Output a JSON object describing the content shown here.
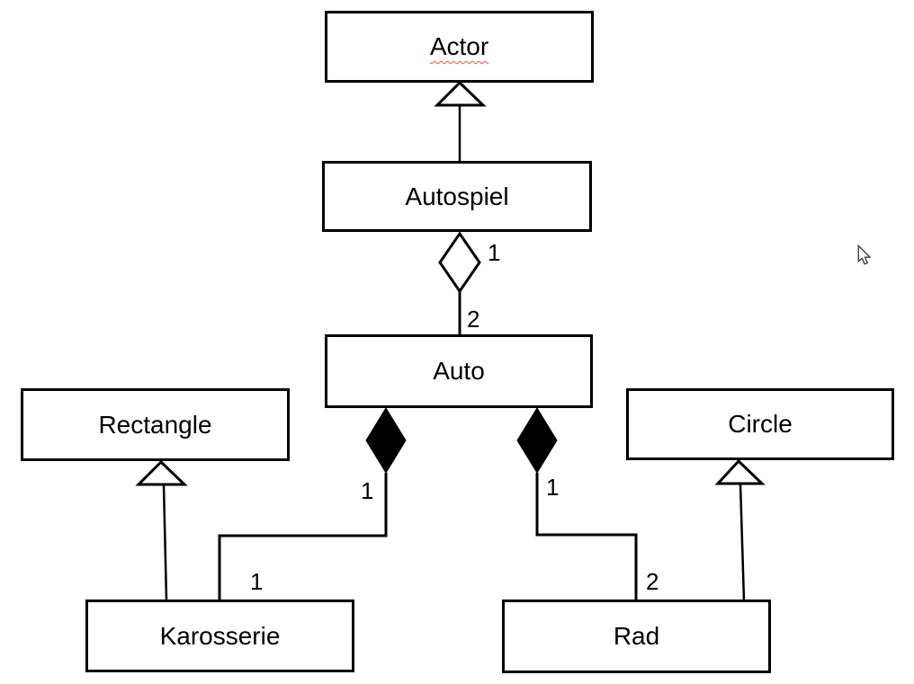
{
  "app": {
    "background_color": "#ffffff",
    "stroke_color": "#000000",
    "spellcheck_underline_color": "#ff4a3d"
  },
  "diagram": {
    "type": "uml-class-diagram",
    "classes": [
      {
        "name": "Actor",
        "misspelled": true
      },
      {
        "name": "Autospiel",
        "misspelled": false
      },
      {
        "name": "Auto",
        "misspelled": false
      },
      {
        "name": "Rectangle",
        "misspelled": false
      },
      {
        "name": "Circle",
        "misspelled": false
      },
      {
        "name": "Karosserie",
        "misspelled": false
      },
      {
        "name": "Rad",
        "misspelled": false
      }
    ],
    "relationships": [
      {
        "type": "generalization",
        "from": "Autospiel",
        "to": "Actor"
      },
      {
        "type": "aggregation",
        "whole": "Autospiel",
        "part": "Auto",
        "whole_multiplicity": "1",
        "part_multiplicity": "2"
      },
      {
        "type": "composition",
        "whole": "Auto",
        "part": "Karosserie",
        "whole_multiplicity": "1",
        "part_multiplicity": "1"
      },
      {
        "type": "composition",
        "whole": "Auto",
        "part": "Rad",
        "whole_multiplicity": "1",
        "part_multiplicity": "2"
      },
      {
        "type": "generalization",
        "from": "Karosserie",
        "to": "Rectangle"
      },
      {
        "type": "generalization",
        "from": "Rad",
        "to": "Circle"
      }
    ]
  }
}
